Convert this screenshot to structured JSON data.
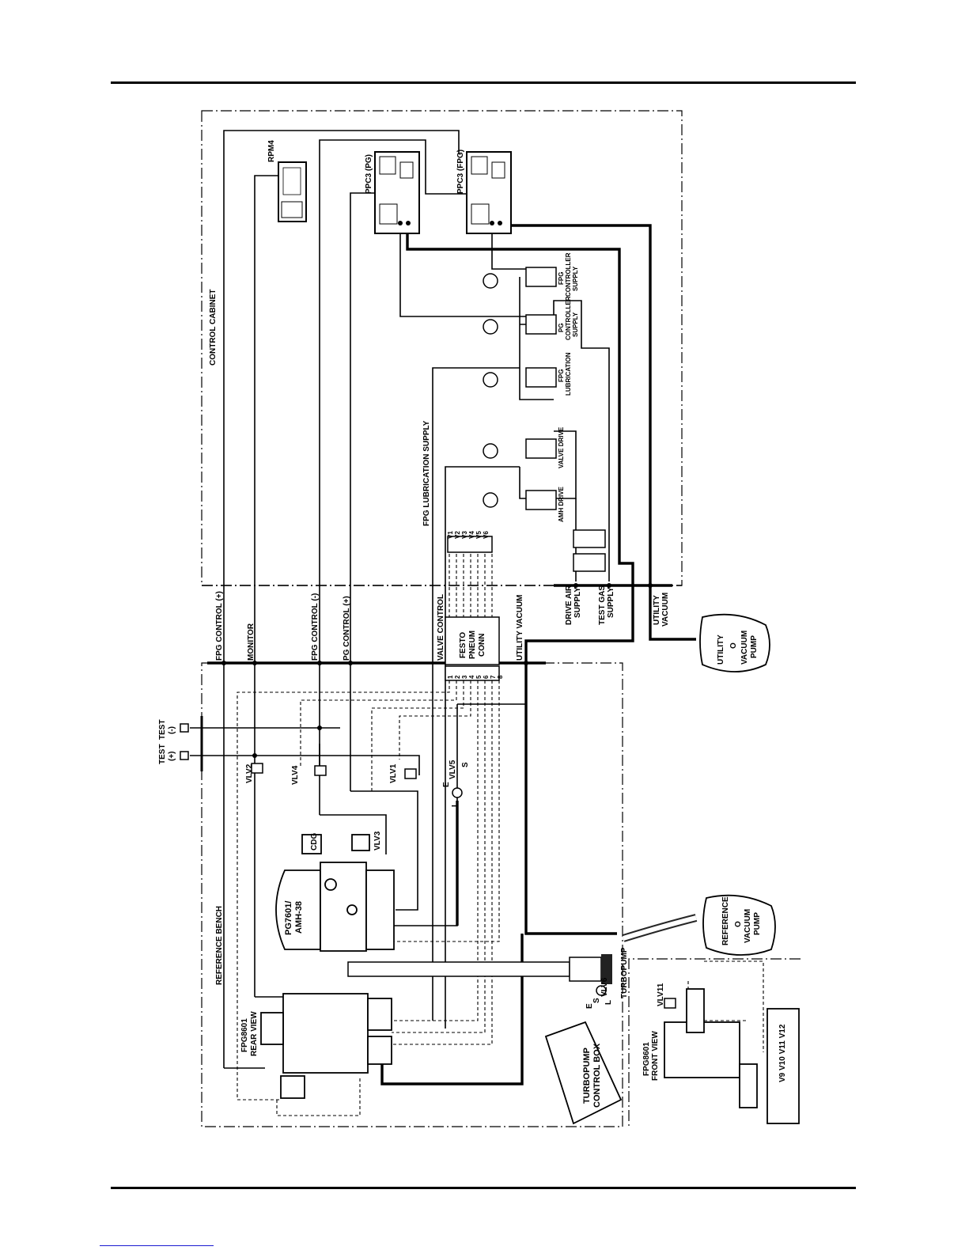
{
  "labels": {
    "control_cabinet": "CONTROL CABINET",
    "reference_bench": "REFERENCE BENCH",
    "rpm4": "RPM4",
    "ppc3_pg": "PPC3 (PG)",
    "ppc3_fpg": "PPC3 (FPG)",
    "fpg_controller_supply_1": "FPG",
    "fpg_controller_supply_2": "CONTROLLER",
    "fpg_controller_supply_3": "SUPPLY",
    "pg_controller_supply_1": "PG",
    "pg_controller_supply_2": "CONTROLLER",
    "pg_controller_supply_3": "SUPPLY",
    "fpg_lubrication_1": "FPG",
    "fpg_lubrication_2": "LUBRICATION",
    "valve_drive": "VALVE DRIVE",
    "amh_drive": "AMH DRIVE",
    "fpg_lubrication_supply": "FPG LUBRICATION SUPPLY",
    "v1": "V1",
    "v2": "V2",
    "v3": "V3",
    "v4": "V4",
    "v5": "V5",
    "v6": "V6",
    "drive_air_supply_1": "DRIVE AIR",
    "drive_air_supply_2": "SUPPLY",
    "test_gas_supply_1": "TEST GAS",
    "test_gas_supply_2": "SUPPLY",
    "utility_vacuum_1": "UTILITY",
    "utility_vacuum_2": "VACUUM",
    "utility_vacuum_pump_1": "UTILITY",
    "utility_vacuum_pump_2": "O",
    "utility_vacuum_pump_3": "VACUUM",
    "utility_vacuum_pump_4": "PUMP",
    "fpg_control_plus": "FPG CONTROL (+)",
    "monitor": "MONITOR",
    "fpg_control_minus": "FPG CONTROL (-)",
    "pg_control_plus": "PG CONTROL (+)",
    "valve_control": "VALVE CONTROL",
    "festo_1": "FESTO",
    "festo_2": "PNEUM",
    "festo_3": "CONN",
    "utility_vacuum_line": "UTILITY VACUUM",
    "festo_ports": [
      "1",
      "2",
      "3",
      "4",
      "5",
      "6",
      "7",
      "8"
    ],
    "test_plus_1": "TEST",
    "test_plus_2": "(+)",
    "test_minus_1": "TEST",
    "test_minus_2": "(-)",
    "vlv1": "VLV1",
    "vlv2": "VLV2",
    "vlv3": "VLV3",
    "vlv4": "VLV4",
    "vlv5": "VLV5",
    "vlv5_e": "E",
    "vlv5_l": "L",
    "vlv5_s": "S",
    "cdg": "CDG",
    "pg7601_1": "PG7601/",
    "pg7601_2": "AMH-38",
    "reference_vacuum_pump_1": "REFERENCE",
    "reference_vacuum_pump_2": "O",
    "reference_vacuum_pump_3": "VACUUM",
    "reference_vacuum_pump_4": "PUMP",
    "turbopump": "TURBOPUMP",
    "vlv6": "VLV6",
    "vlv6_e": "E",
    "vlv6_s": "S",
    "vlv6_l": "L",
    "fpg8601_rear_1": "FPG8601",
    "fpg8601_rear_2": "REAR VIEW",
    "turbopump_control_box_1": "TURBOPUMP",
    "turbopump_control_box_2": "CONTROL BOX",
    "fpg8601_front_1": "FPG8601",
    "fpg8601_front_2": "FRONT VIEW",
    "vlv11": "VLV11",
    "v9_v10_v11_v12": "V9 V10 V11 V12"
  }
}
